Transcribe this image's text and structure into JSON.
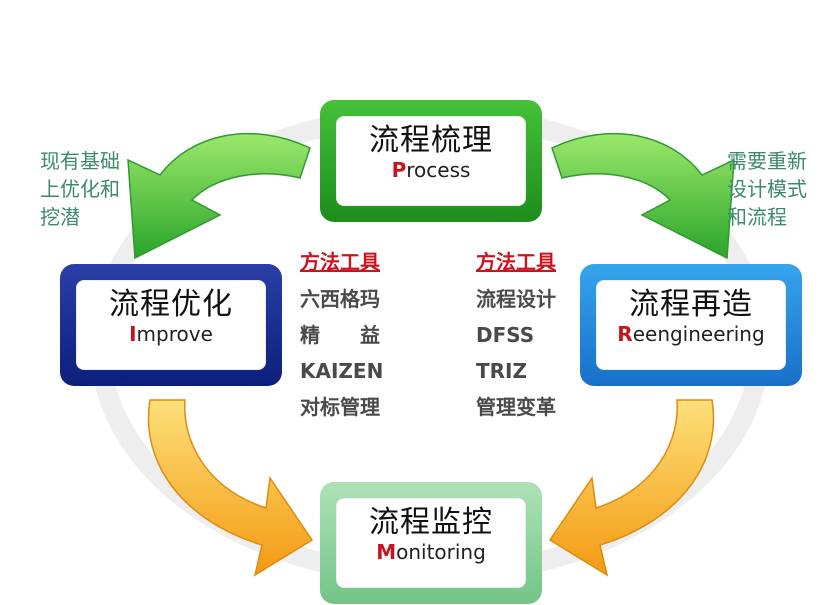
{
  "colors": {
    "green_arrow": "#4cc43a",
    "orange_arrow": "#f7a51c",
    "accent_red": "#c8141e",
    "note_text": "#3c8a6e"
  },
  "boxes": {
    "process": {
      "zh": "流程梳理",
      "en_cap": "P",
      "en_rest": "rocess"
    },
    "improve": {
      "zh": "流程优化",
      "en_cap": "I",
      "en_rest": "mprove"
    },
    "reengineering": {
      "zh": "流程再造",
      "en_cap": "R",
      "en_rest": "eengineering"
    },
    "monitoring": {
      "zh": "流程监控",
      "en_cap": "M",
      "en_rest": "onitoring"
    }
  },
  "notes": {
    "left": [
      "现有基础",
      "上优化和",
      "挖潜"
    ],
    "right": [
      "需要重新",
      "设计模式",
      "和流程"
    ]
  },
  "tools_left": {
    "heading": "方法工具",
    "items": [
      "六西格玛",
      "精　　益",
      "KAIZEN",
      "对标管理"
    ]
  },
  "tools_right": {
    "heading": "方法工具",
    "items": [
      "流程设计",
      "DFSS",
      "TRIZ",
      "管理变革"
    ]
  }
}
